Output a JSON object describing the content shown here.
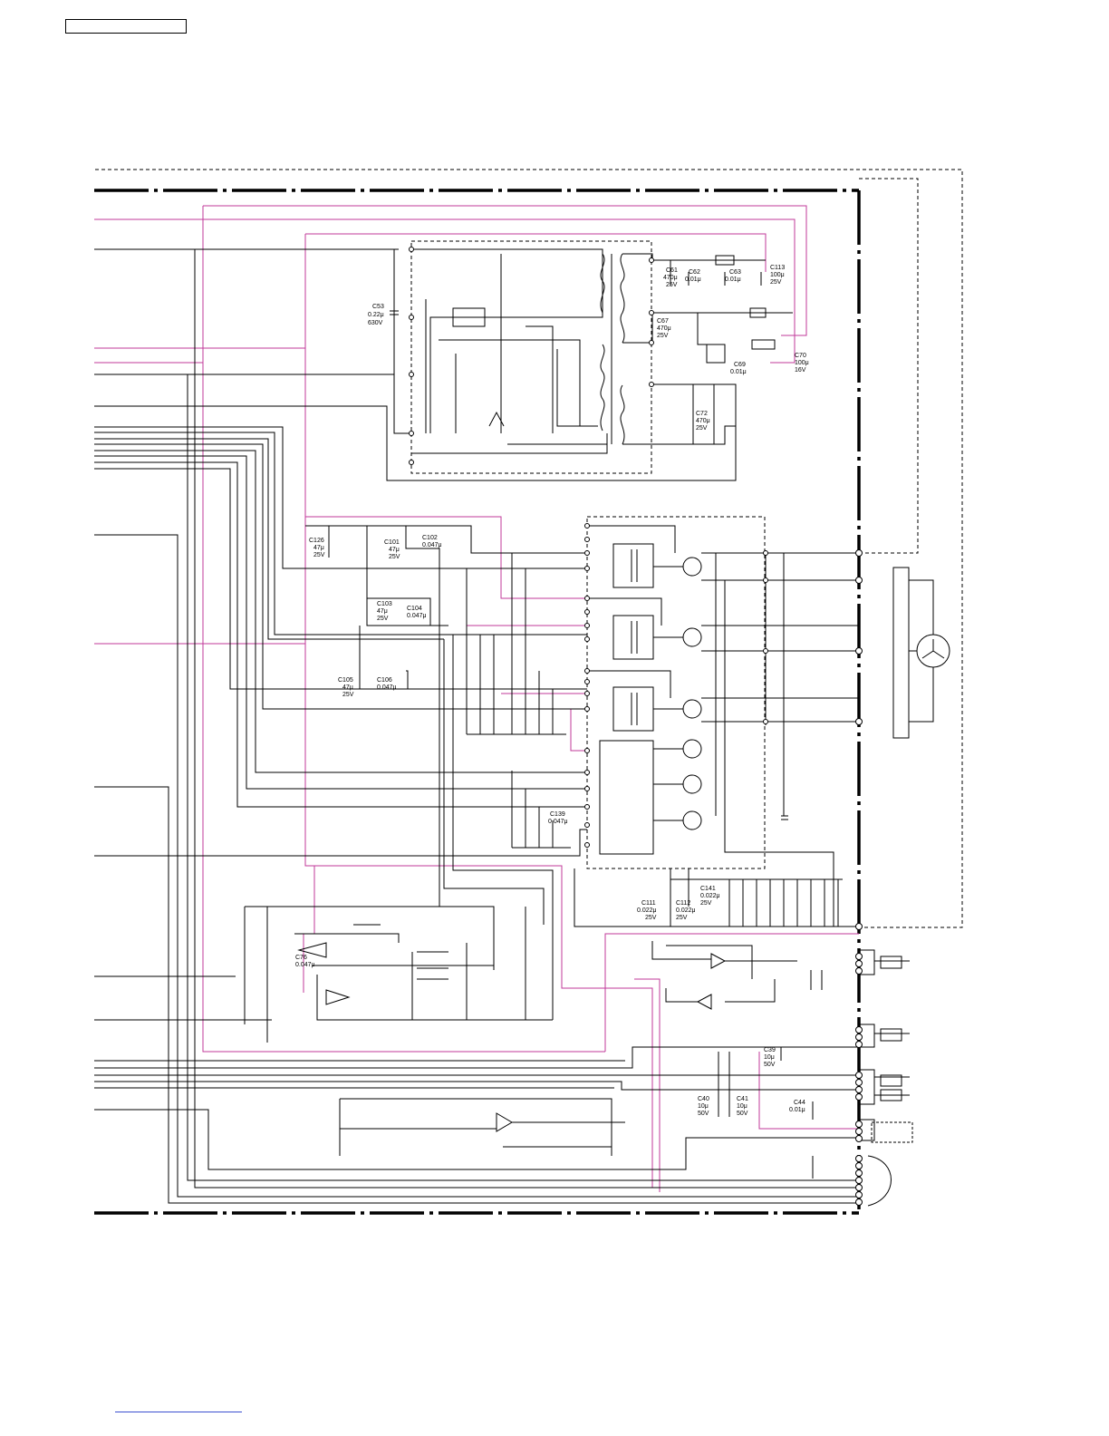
{
  "colors": {
    "wire": "#000000",
    "highlight": "#c0389a",
    "border": "#000000"
  },
  "components": [
    {
      "id": "c53",
      "ref": "C53",
      "value": "0.22μ",
      "rating": "630V"
    },
    {
      "id": "c61",
      "ref": "C61",
      "value": "470μ",
      "rating": "25V"
    },
    {
      "id": "c62",
      "ref": "C62",
      "value": "0.01μ",
      "rating": ""
    },
    {
      "id": "c63",
      "ref": "C63",
      "value": "0.01μ",
      "rating": ""
    },
    {
      "id": "c113",
      "ref": "C113",
      "value": "100μ",
      "rating": "25V"
    },
    {
      "id": "c67",
      "ref": "C67",
      "value": "470μ",
      "rating": "25V"
    },
    {
      "id": "c69",
      "ref": "C69",
      "value": "0.01μ",
      "rating": ""
    },
    {
      "id": "c70",
      "ref": "C70",
      "value": "100μ",
      "rating": "16V"
    },
    {
      "id": "c72",
      "ref": "C72",
      "value": "470μ",
      "rating": "25V"
    },
    {
      "id": "c126",
      "ref": "C126",
      "value": "47μ",
      "rating": "25V"
    },
    {
      "id": "c101",
      "ref": "C101",
      "value": "47μ",
      "rating": "25V"
    },
    {
      "id": "c102",
      "ref": "C102",
      "value": "0.047μ",
      "rating": ""
    },
    {
      "id": "c103",
      "ref": "C103",
      "value": "47μ",
      "rating": "25V"
    },
    {
      "id": "c104",
      "ref": "C104",
      "value": "0.047μ",
      "rating": ""
    },
    {
      "id": "c105",
      "ref": "C105",
      "value": "47μ",
      "rating": "25V"
    },
    {
      "id": "c106",
      "ref": "C106",
      "value": "0.047μ",
      "rating": ""
    },
    {
      "id": "c139",
      "ref": "C139",
      "value": "0.047μ",
      "rating": ""
    },
    {
      "id": "c141",
      "ref": "C141",
      "value": "0.022μ",
      "rating": "25V"
    },
    {
      "id": "c111",
      "ref": "C111",
      "value": "0.022μ",
      "rating": "25V"
    },
    {
      "id": "c112",
      "ref": "C112",
      "value": "0.022μ",
      "rating": "25V"
    },
    {
      "id": "c76",
      "ref": "C76",
      "value": "0.047μ",
      "rating": ""
    },
    {
      "id": "c39",
      "ref": "C39",
      "value": "10μ",
      "rating": "50V"
    },
    {
      "id": "c40",
      "ref": "C40",
      "value": "10μ",
      "rating": "50V"
    },
    {
      "id": "c41",
      "ref": "C41",
      "value": "10μ",
      "rating": "50V"
    },
    {
      "id": "c44",
      "ref": "C44",
      "value": "0.01μ",
      "rating": ""
    }
  ]
}
